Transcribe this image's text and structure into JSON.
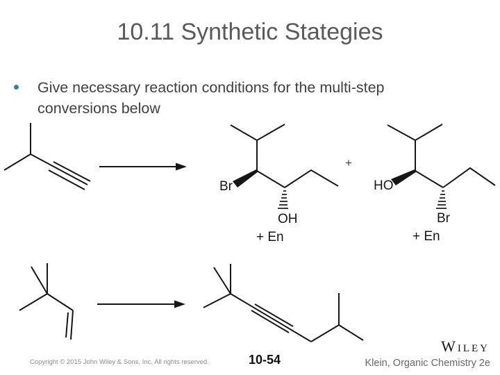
{
  "slide": {
    "title": "10.11 Synthetic Stategies",
    "bullet": {
      "line1": "Give necessary reaction conditions for the multi-step",
      "line2": "conversions below"
    }
  },
  "reaction1": {
    "plus_between_products": "+",
    "product1": {
      "wedge_label": "Br",
      "hash_label": "OH",
      "enantiomer_note": "+ En"
    },
    "product2": {
      "wedge_label": "HO",
      "hash_label": "Br",
      "enantiomer_note": "+ En"
    }
  },
  "footer": {
    "copyright": "Copyright © 2015 John Wiley & Sons, Inc. All rights reserved.",
    "slide_number": "10-54",
    "logo": "Wiley",
    "attribution": "Klein, Organic Chemistry 2e"
  },
  "colors": {
    "title_text": "#595959",
    "body_text": "#3f3f3f",
    "bullet_dot": "#31859b",
    "structure_ink": "#161616",
    "footer_gray": "#8a8a8a"
  }
}
